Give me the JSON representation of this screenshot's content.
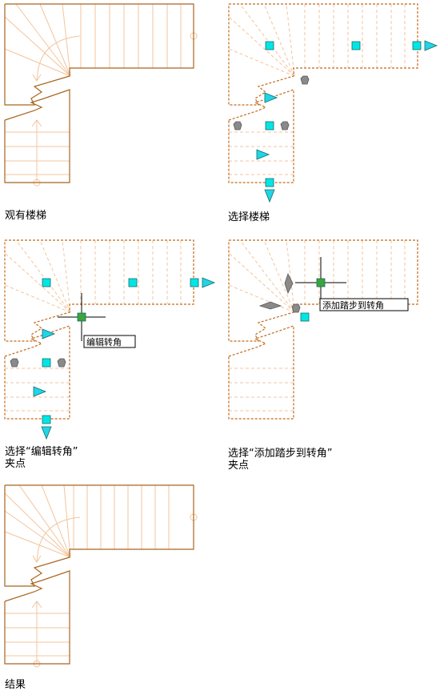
{
  "captions": {
    "existing_stair": "观有楼梯",
    "select_stair": "选择楼梯",
    "select_edit_grip": "选择“编辑转角”\n夹点",
    "select_add_grip": "选择“添加踏步到转角”\n夹点",
    "result": "结果"
  },
  "tooltips": {
    "edit_corner": "编辑转角",
    "add_tread": "添加踏步到转角"
  },
  "colors": {
    "stair_outline": "#a8661e",
    "tread_line": "#f3c49c",
    "dashed_outline": "#c46a1c",
    "grip_square": "#00e6e6",
    "grip_triangle": "#1fd6e6",
    "grip_gray": "#8a8a8a",
    "active_grip": "#3aa53a",
    "crosshair": "#000000"
  },
  "icons": [
    "grip-square-icon",
    "grip-triangle-icon",
    "grip-gray-hexagon-icon",
    "crosshair-icon"
  ]
}
